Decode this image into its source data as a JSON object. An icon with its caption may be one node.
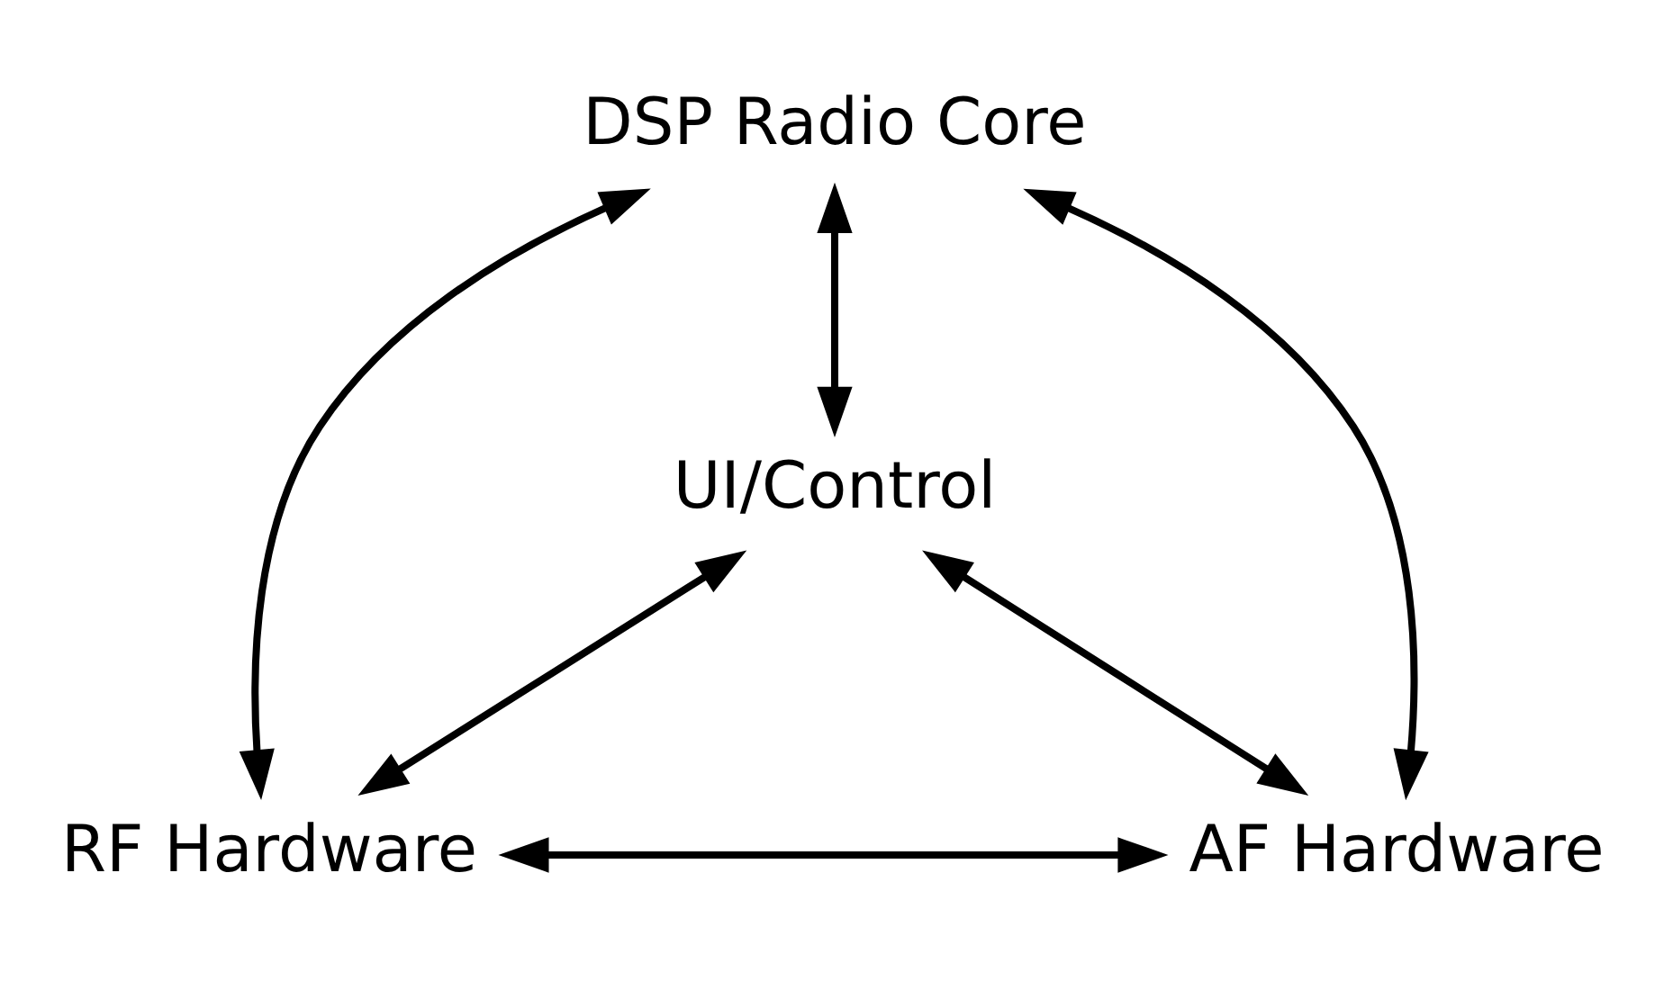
{
  "diagram": {
    "nodes": [
      {
        "text": [
          "DSP Radio Core"
        ]
      },
      {
        "text": [
          "UI/Control"
        ]
      },
      {
        "text": [
          "RF Hardware"
        ]
      },
      {
        "text": [
          "AF Hardware"
        ]
      }
    ],
    "edges": [
      {
        "from": 0,
        "to": 2,
        "arrow": "both"
      },
      {
        "from": 0,
        "to": 1,
        "arrow": "both"
      },
      {
        "from": 0,
        "to": 3,
        "arrow": "both"
      },
      {
        "from": 1,
        "to": 2,
        "arrow": "both"
      },
      {
        "from": 1,
        "to": 3,
        "arrow": "both"
      },
      {
        "from": 2,
        "to": 3,
        "arrow": "both"
      }
    ]
  }
}
